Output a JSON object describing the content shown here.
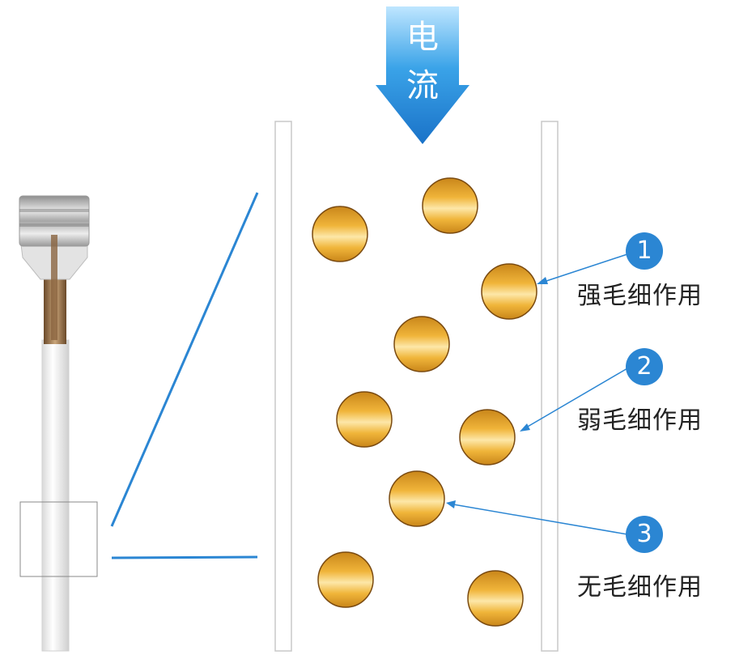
{
  "arrow": {
    "text_top": "电",
    "text_bottom": "流"
  },
  "annotations": [
    {
      "number": "1",
      "label": "强毛细作用"
    },
    {
      "number": "2",
      "label": "弱毛细作用"
    },
    {
      "number": "3",
      "label": "无毛细作用"
    }
  ],
  "colors": {
    "accent_blue": "#2b86d3",
    "bead_gold": "#e8a42a",
    "capillary_wall": "#cfcfcf"
  }
}
